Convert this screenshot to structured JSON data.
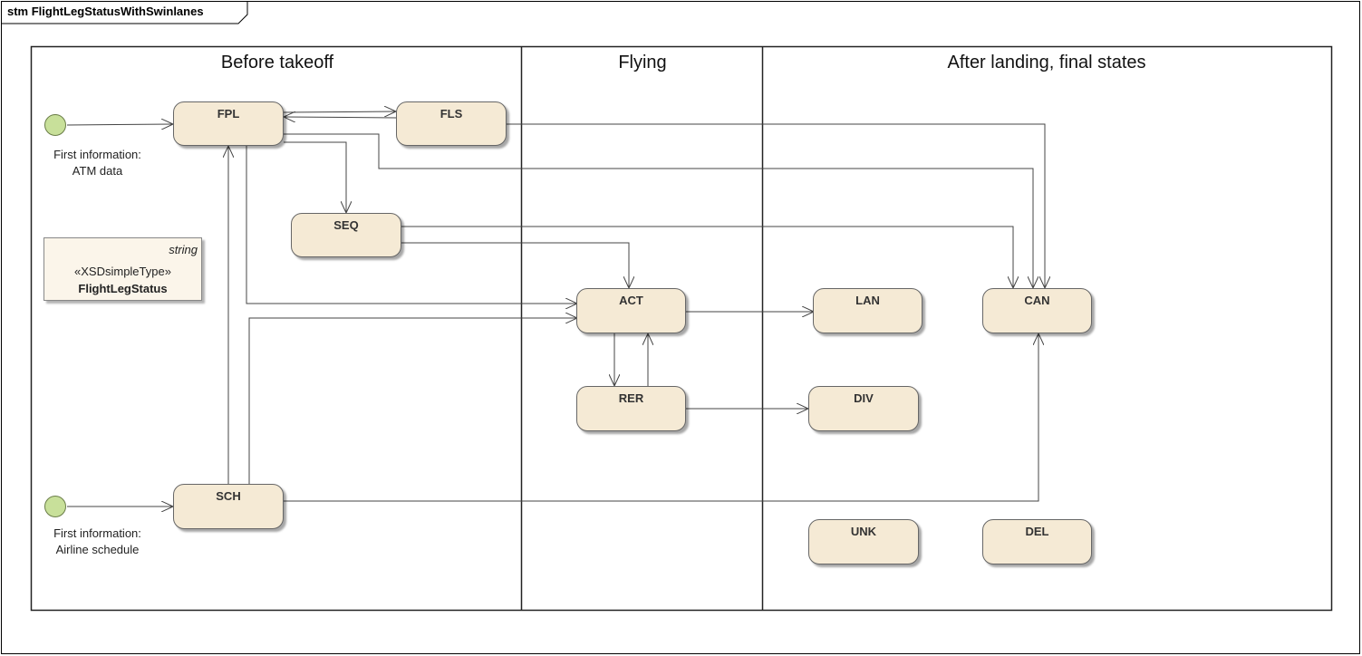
{
  "diagram": {
    "title": "stm FlightLegStatusWithSwinlanes",
    "lanes": [
      {
        "title": "Before takeoff"
      },
      {
        "title": "Flying"
      },
      {
        "title": "After landing, final states"
      }
    ],
    "states": {
      "fpl": "FPL",
      "fls": "FLS",
      "seq": "SEQ",
      "act": "ACT",
      "rer": "RER",
      "lan": "LAN",
      "can": "CAN",
      "div": "DIV",
      "sch": "SCH",
      "unk": "UNK",
      "del": "DEL"
    },
    "initial_states": [
      {
        "caption_line1": "First information:",
        "caption_line2": "ATM data"
      },
      {
        "caption_line1": "First information:",
        "caption_line2": "Airline schedule"
      }
    ],
    "datatype": {
      "tag": "string",
      "stereotype": "«XSDsimpleType»",
      "name": "FlightLegStatus"
    }
  }
}
